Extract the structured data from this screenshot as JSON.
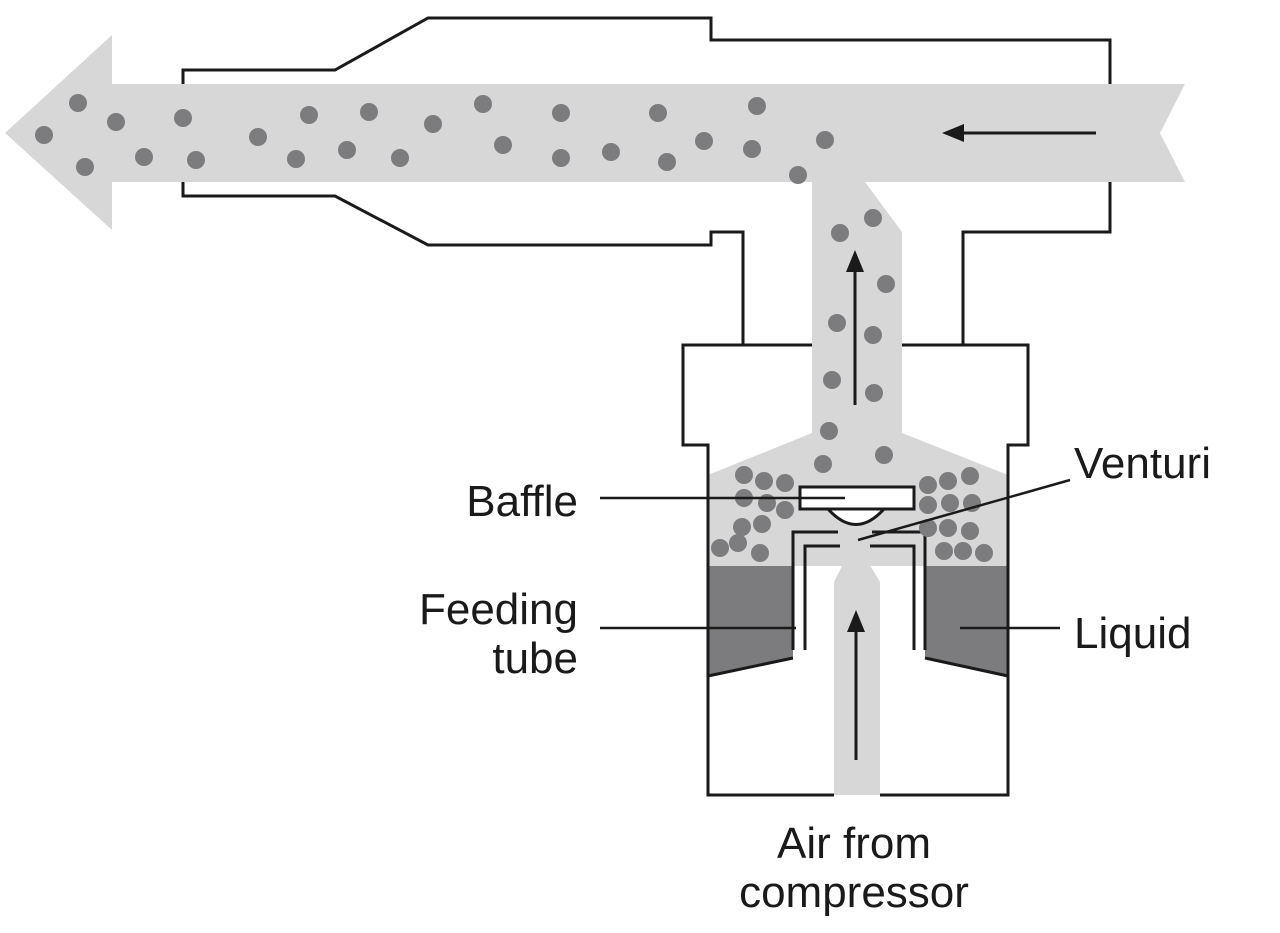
{
  "labels": {
    "venturi": "Venturi",
    "baffle": "Baffle",
    "feeding_tube_line1": "Feeding",
    "feeding_tube_line2": "tube",
    "liquid": "Liquid",
    "air_line1": "Air from",
    "air_line2": "compressor"
  },
  "colors": {
    "flow": "#d7d7d7",
    "particle": "#7c7c7e",
    "liquid": "#7c7c7e",
    "outline": "#1a1a1a",
    "background": "#ffffff"
  }
}
